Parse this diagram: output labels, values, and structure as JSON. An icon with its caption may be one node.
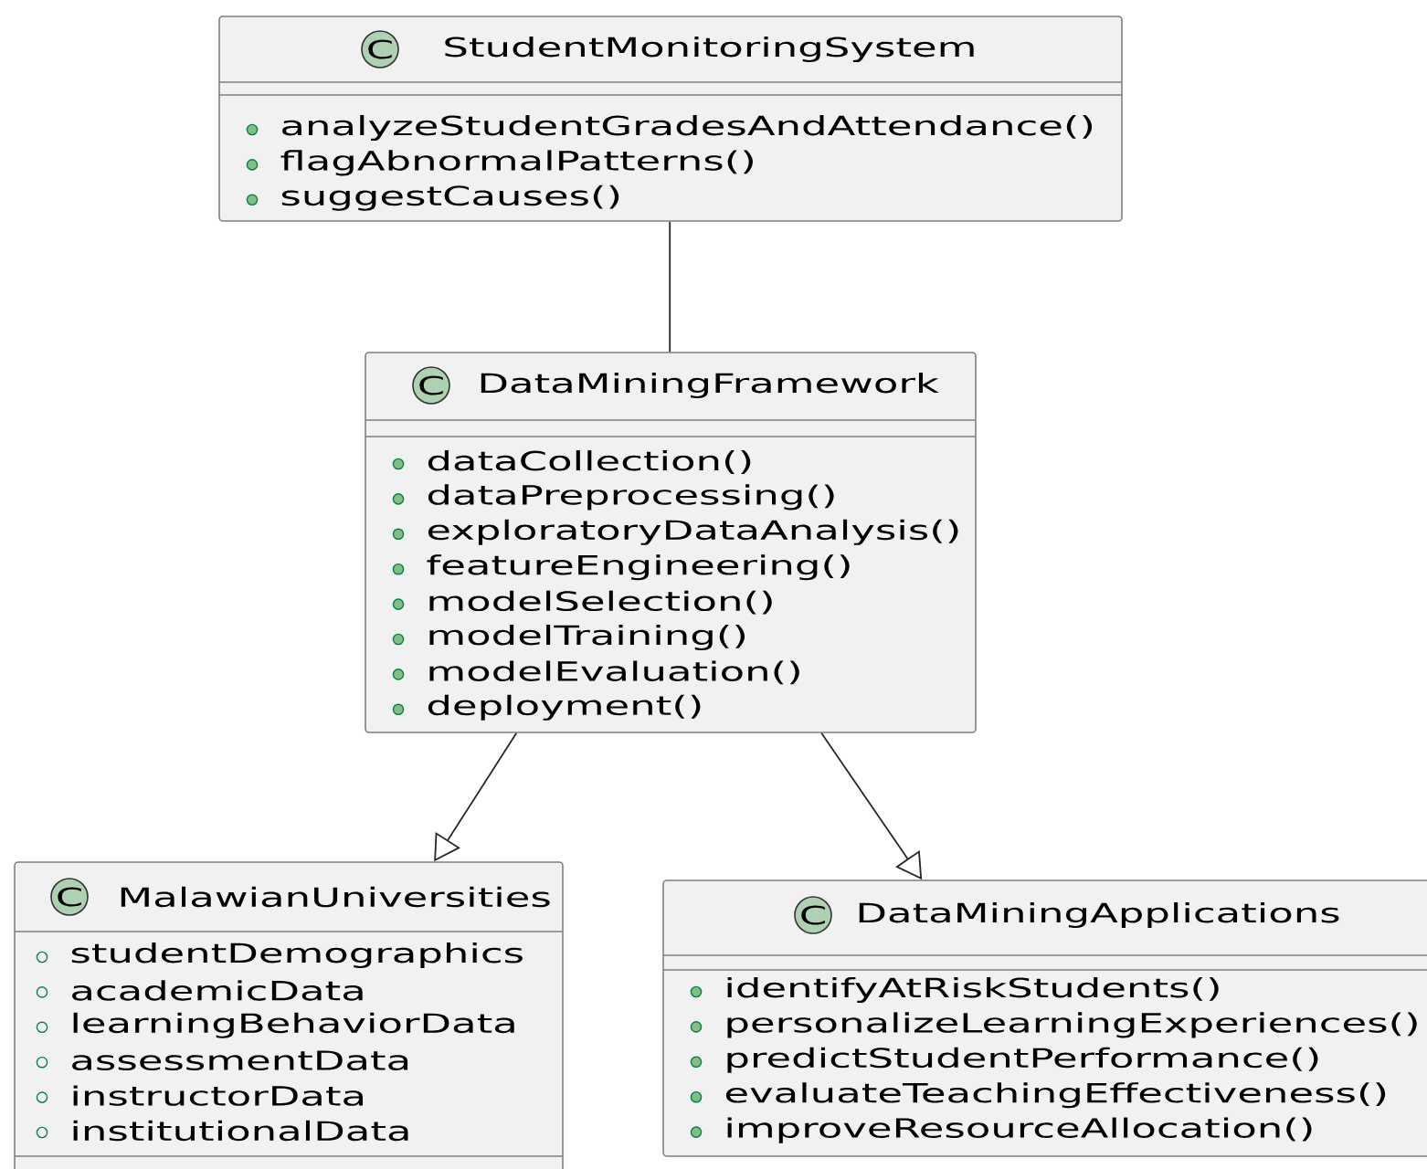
{
  "diagram": {
    "nodes": [
      {
        "text": [
          "C",
          "StudentMonitoringSystem",
          "analyzeStudentGradesAndAttendance()",
          "flagAbnormalPatterns()",
          "suggestCauses()"
        ]
      },
      {
        "text": [
          "C",
          "DataMiningFramework",
          "dataCollection()",
          "dataPreprocessing()",
          "exploratoryDataAnalysis()",
          "featureEngineering()",
          "modelSelection()",
          "modelTraining()",
          "modelEvaluation()",
          "deployment()"
        ]
      },
      {
        "text": [
          "C",
          "MalawianUniversities",
          "studentDemographics",
          "academicData",
          "learningBehaviorData",
          "assessmentData",
          "instructorData",
          "institutionalData"
        ]
      },
      {
        "text": [
          "C",
          "DataMiningApplications",
          "identifyAtRiskStudents()",
          "personalizeLearningExperiences()",
          "predictStudentPerformance()",
          "evaluateTeachingEffectiveness()",
          "improveResourceAllocation()"
        ]
      }
    ],
    "edges": [
      {
        "from": 0,
        "to": 1,
        "arrow": "none"
      },
      {
        "from": 1,
        "to": 2,
        "arrow": "to"
      },
      {
        "from": 1,
        "to": 3,
        "arrow": "to"
      }
    ]
  }
}
